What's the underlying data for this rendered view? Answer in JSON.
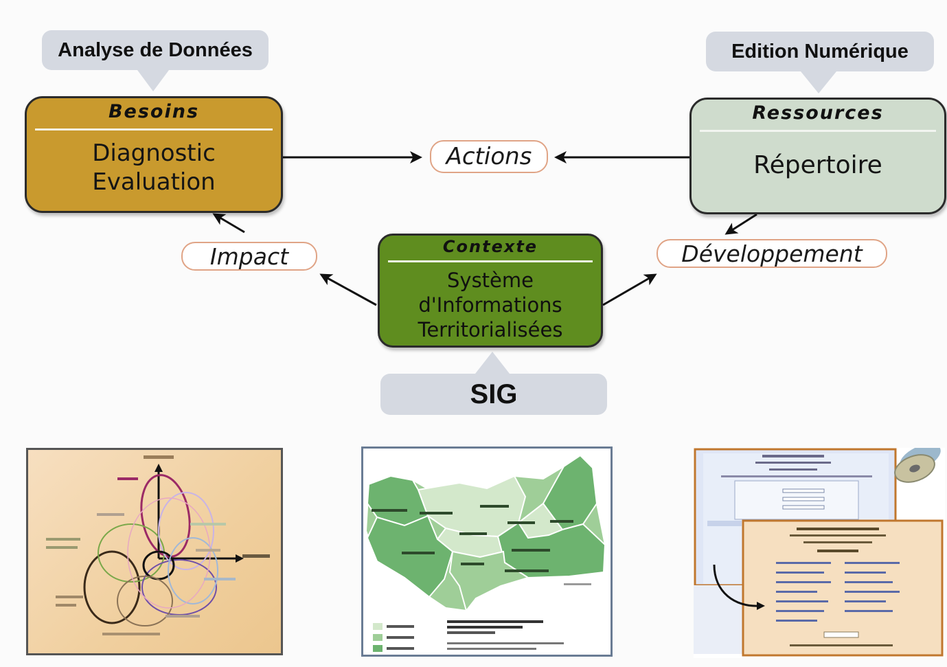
{
  "top_labels": {
    "left": "Analyse de Données",
    "right": "Edition Numérique",
    "bottom": "SIG"
  },
  "cards": {
    "besoins": {
      "title": "Besoins",
      "line1": "Diagnostic",
      "line2": "Evaluation"
    },
    "ressources": {
      "title": "Ressources",
      "line1": "Répertoire"
    },
    "contexte": {
      "title": "Contexte",
      "line1": "Système",
      "line2": "d'Informations",
      "line3": "Territorialisées"
    }
  },
  "pills": {
    "actions": "Actions",
    "impact": "Impact",
    "developpement": "Développement"
  },
  "colors": {
    "besoins": "#c99a2e",
    "ressources": "#cfdccd",
    "contexte": "#5f8d1f",
    "label_gray": "#d5d9e1",
    "pill_border": "#e0a486",
    "map_dark": "#6db36f",
    "map_mid": "#9fce98",
    "map_light": "#d3e8cb"
  },
  "icons": {
    "arrow": "arrowhead",
    "cd": "cd-disc-icon"
  }
}
